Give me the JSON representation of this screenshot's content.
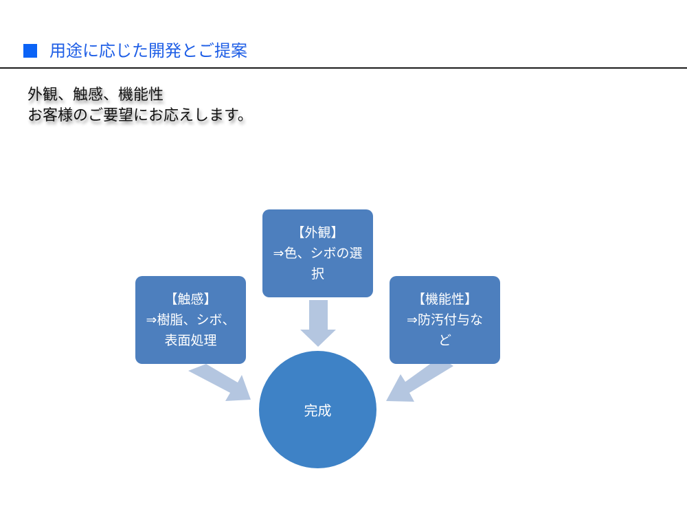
{
  "header": {
    "title": "用途に応じた開発とご提案"
  },
  "intro": {
    "line1": "外観、触感、機能性",
    "line2": "お客様のご要望にお応えします。"
  },
  "diagram": {
    "appearance": {
      "line1": "【外観】",
      "line2": "⇒色、シボの選",
      "line3": "択"
    },
    "touch": {
      "line1": "【触感】",
      "line2": "⇒樹脂、シボ、",
      "line3": "表面処理"
    },
    "function": {
      "line1": "【機能性】",
      "line2": "⇒防汚付与な",
      "line3": "ど"
    },
    "center": "完成"
  },
  "colors": {
    "box_fill": "#4d7fbe",
    "circle_fill": "#3e82c6",
    "arrow_fill": "#b4c6e0",
    "title_color": "#1e5ee6"
  }
}
